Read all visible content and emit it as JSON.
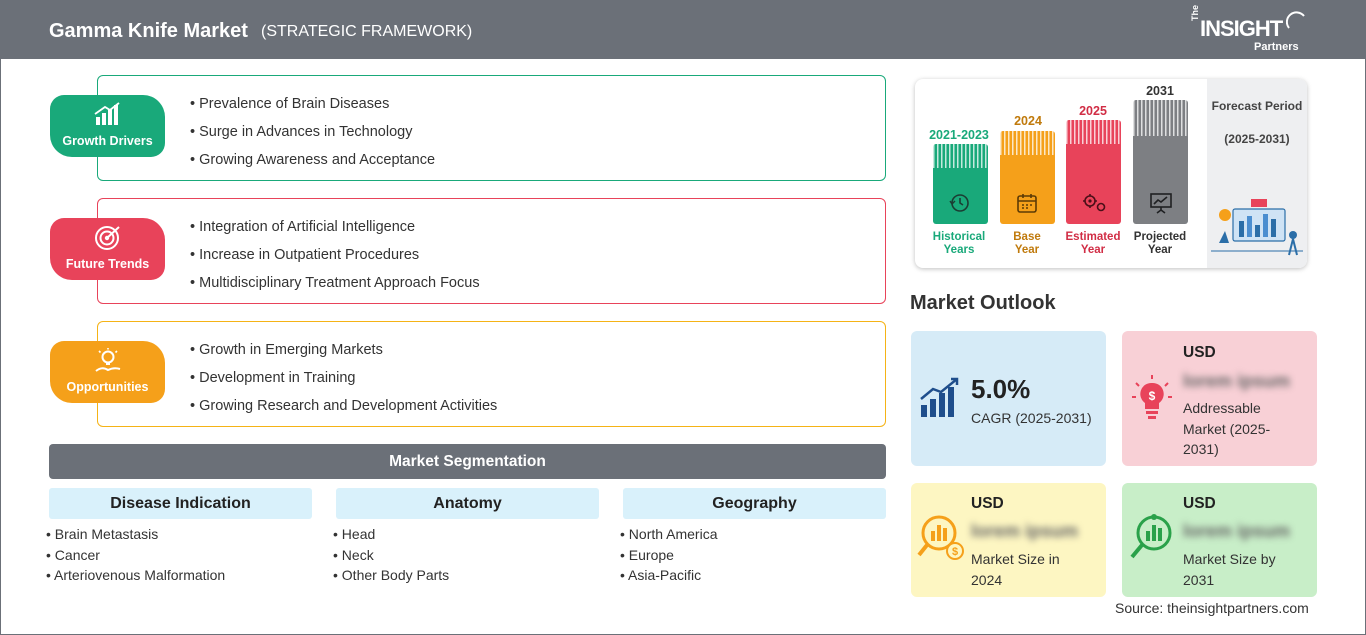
{
  "header": {
    "title": "Gamma Knife Market",
    "subtitle": "(STRATEGIC FRAMEWORK)",
    "logo": {
      "the": "The",
      "insight": "INSIGHT",
      "partners": "Partners"
    }
  },
  "framework": {
    "growth_drivers": {
      "label": "Growth Drivers",
      "color": "#19a97a",
      "items": [
        "Prevalence of Brain Diseases",
        "Surge in Advances in Technology",
        "Growing Awareness and Acceptance"
      ]
    },
    "future_trends": {
      "label": "Future Trends",
      "color": "#e8435a",
      "items": [
        "Integration of Artificial Intelligence",
        "Increase in Outpatient Procedures",
        "Multidisciplinary Treatment Approach Focus"
      ]
    },
    "opportunities": {
      "label": "Opportunities",
      "color": "#f5a01a",
      "items": [
        "Growth in Emerging Markets",
        "Development in Training",
        "Growing Research and Development Activities"
      ]
    }
  },
  "segmentation": {
    "title": "Market Segmentation",
    "columns": [
      {
        "header": "Disease Indication",
        "items": [
          "Brain Metastasis",
          "Cancer",
          "Arteriovenous Malformation"
        ]
      },
      {
        "header": "Anatomy",
        "items": [
          "Head",
          "Neck",
          "Other Body Parts"
        ]
      },
      {
        "header": "Geography",
        "items": [
          "North America",
          "Europe",
          "Asia-Pacific"
        ]
      }
    ]
  },
  "timeline": {
    "bars": [
      {
        "year": "2021-2023",
        "label_1": "Historical",
        "label_2": "Years",
        "color": "#19a97a",
        "icon": "history-icon"
      },
      {
        "year": "2024",
        "label_1": "Base",
        "label_2": "Year",
        "color": "#f5a01a",
        "icon": "calendar-icon"
      },
      {
        "year": "2025",
        "label_1": "Estimated",
        "label_2": "Year",
        "color": "#e8435a",
        "icon": "gears-icon"
      },
      {
        "year": "2031",
        "label_1": "Projected",
        "label_2": "Year",
        "color": "#7d7f83",
        "icon": "presentation-icon"
      }
    ],
    "forecast_title": "Forecast Period",
    "forecast_range": "(2025-2031)"
  },
  "outlook": {
    "title": "Market Outlook",
    "cagr": {
      "value": "5.0%",
      "label": "CAGR (2025-2031)",
      "bg": "#d6ebf7"
    },
    "addressable": {
      "currency": "USD",
      "value": "lorem ipsum",
      "label": "Addressable Market (2025-2031)",
      "bg": "#f8d0d6"
    },
    "size_2024": {
      "currency": "USD",
      "value": "lorem ipsum",
      "label": "Market Size in 2024",
      "bg": "#fdf6c2"
    },
    "size_2031": {
      "currency": "USD",
      "value": "lorem ipsum",
      "label": "Market Size by 2031",
      "bg": "#c8eec8"
    }
  },
  "source": "Source: theinsightpartners.com"
}
